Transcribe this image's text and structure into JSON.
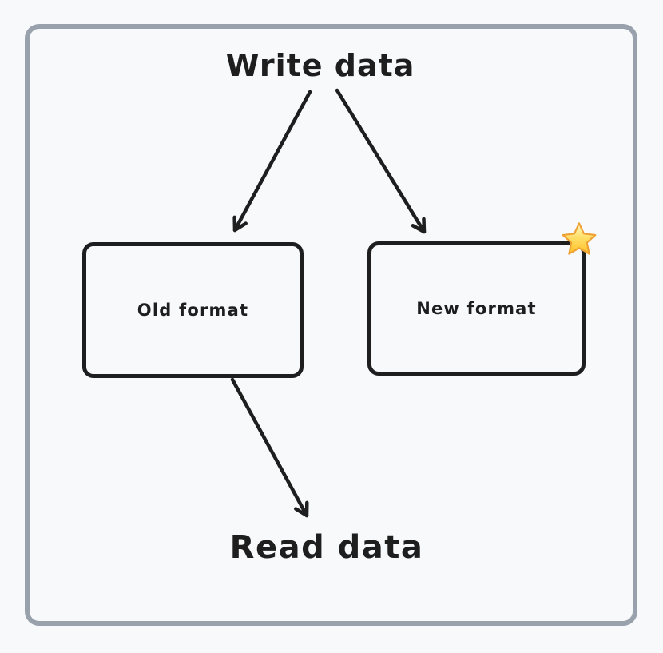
{
  "diagram": {
    "title": "Write data",
    "footer": "Read data",
    "nodes": [
      {
        "id": "old-format",
        "label": "Old format"
      },
      {
        "id": "new-format",
        "label": "New format",
        "badge_icon": "star-icon"
      }
    ],
    "edges": [
      {
        "from": "Write data",
        "to": "Old format",
        "style": "arrow"
      },
      {
        "from": "Write data",
        "to": "New format",
        "style": "arrow"
      },
      {
        "from": "Old format",
        "to": "Read data",
        "style": "arrow"
      }
    ],
    "colors": {
      "canvas-bg": "#f8f9fb",
      "frame-border": "#99a1ad",
      "stroke": "#1e1e1e",
      "star-gold": "#ffc83d",
      "star-outline": "#efa033"
    }
  }
}
